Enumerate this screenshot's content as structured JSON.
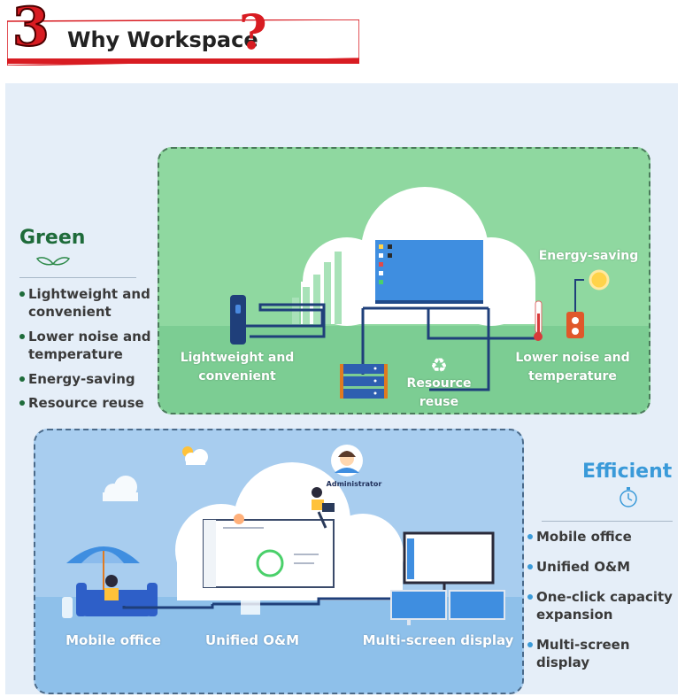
{
  "header": {
    "number": "3",
    "title": "Why Workspace",
    "question_mark": "?"
  },
  "green": {
    "title": "Green",
    "bullets": [
      "Lightweight and convenient",
      "Lower noise and temperature",
      "Energy-saving",
      "Resource reuse"
    ],
    "diagram_labels": {
      "lightweight": [
        "Lightweight and",
        "convenient"
      ],
      "resource": [
        "Resource",
        "reuse"
      ],
      "lower_noise": [
        "Lower noise and",
        "temperature"
      ],
      "energy": "Energy-saving"
    }
  },
  "efficient": {
    "title": "Efficient",
    "bullets": [
      "Mobile office",
      "Unified O&M",
      "One-click capacity expansion",
      "Multi-screen display"
    ],
    "diagram_labels": {
      "mobile": "Mobile office",
      "unified": "Unified O&M",
      "multiscreen": "Multi-screen display",
      "admin": "Administrator"
    }
  },
  "colors": {
    "brand_red": "#d81c22",
    "green_title": "#1e6b3a",
    "blue_title": "#3a9ad9",
    "green_panel": "#8fd8a0",
    "blue_panel": "#a8cdef"
  },
  "icons": [
    "leaf-icon",
    "stopwatch-icon",
    "recycle-icon",
    "thermometer-icon",
    "bulb-icon",
    "plug-icon",
    "cloud-icon",
    "server-icon",
    "monitor-icon",
    "umbrella-icon",
    "sun-icon",
    "admin-avatar-icon"
  ]
}
